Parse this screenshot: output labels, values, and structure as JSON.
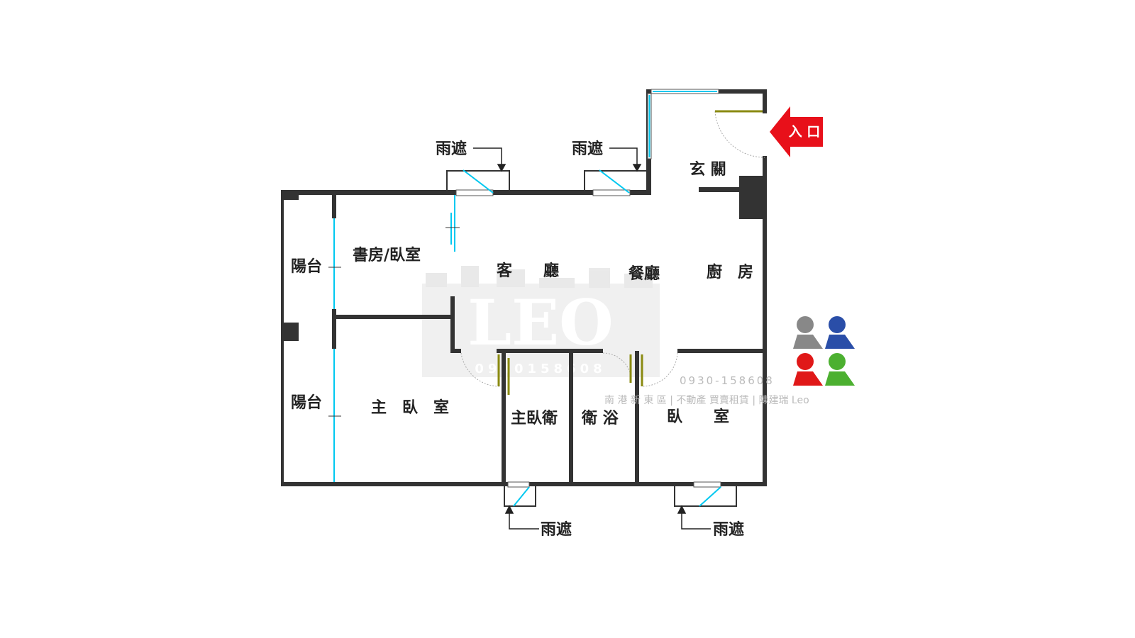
{
  "rooms": {
    "balcony_top": "陽台",
    "balcony_bottom": "陽台",
    "study": "書房/臥室",
    "living": "客　　廳",
    "dining": "餐廳",
    "kitchen": "廚　房",
    "entry_hall": "玄 關",
    "master_bedroom": "主　臥　室",
    "master_bath": "主臥衛",
    "bathroom": "衛 浴",
    "bedroom": "臥　　室"
  },
  "annotations": {
    "awning_1": "雨遮",
    "awning_2": "雨遮",
    "awning_3": "雨遮",
    "awning_4": "雨遮",
    "entrance": "入 口"
  },
  "watermark": {
    "logo": "LEO",
    "logo_phone": "0930158608",
    "phone": "0930-158608",
    "tagline": "南 港 新 東 區 | 不動產 買賣租賃 | 陳建瑞 Leo"
  },
  "colors": {
    "wall": "#333333",
    "window": "#00c8f0",
    "door_leaf": "#8a8a10",
    "entrance_arrow": "#e8101a"
  }
}
